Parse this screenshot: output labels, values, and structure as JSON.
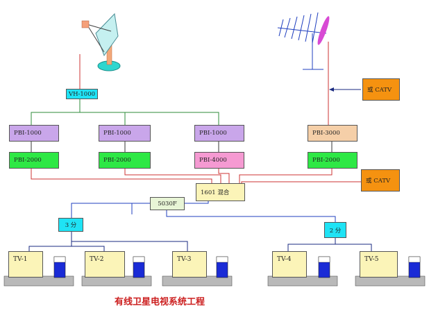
{
  "colors": {
    "purple": "#c9a6ea",
    "green": "#2ee845",
    "peach": "#f5cfa8",
    "pink": "#f59ad2",
    "cyan": "#1fe3f5",
    "orange": "#f59210",
    "yellow_box": "#fbf4b8",
    "wire_red": "#cc3333",
    "wire_green": "#2e8b3a",
    "wire_blue": "#1f3fbf",
    "wire_navy": "#1a2a80",
    "caption": "#cc1f1f"
  },
  "icons": [
    "satellite-dish-icon",
    "yagi-antenna-icon",
    "tv-set-icon",
    "set-top-box-icon",
    "arrow-left-icon"
  ],
  "labels": {
    "vh": "VH-1000",
    "pbi1_a": "PBI-1000",
    "pbi1_b": "PBI-1000",
    "pbi1_c": "PBI-1000",
    "pbi3": "PBI-3000",
    "pbi2_a": "PBI-2000",
    "pbi2_b": "PBI-2000",
    "pbi2_d": "PBI-2000",
    "pbi4": "PBI-4000",
    "catv_top": "或 CATV",
    "catv_bottom": "或 CATV",
    "mixer": "1601 混合",
    "amp": "5030F",
    "split3": "3 分",
    "split2": "2 分",
    "tv1": "TV-1",
    "tv2": "TV-2",
    "tv3": "TV-3",
    "tv4": "TV-4",
    "tv5": "TV-5"
  },
  "caption": "有线卫星电视系统工程"
}
